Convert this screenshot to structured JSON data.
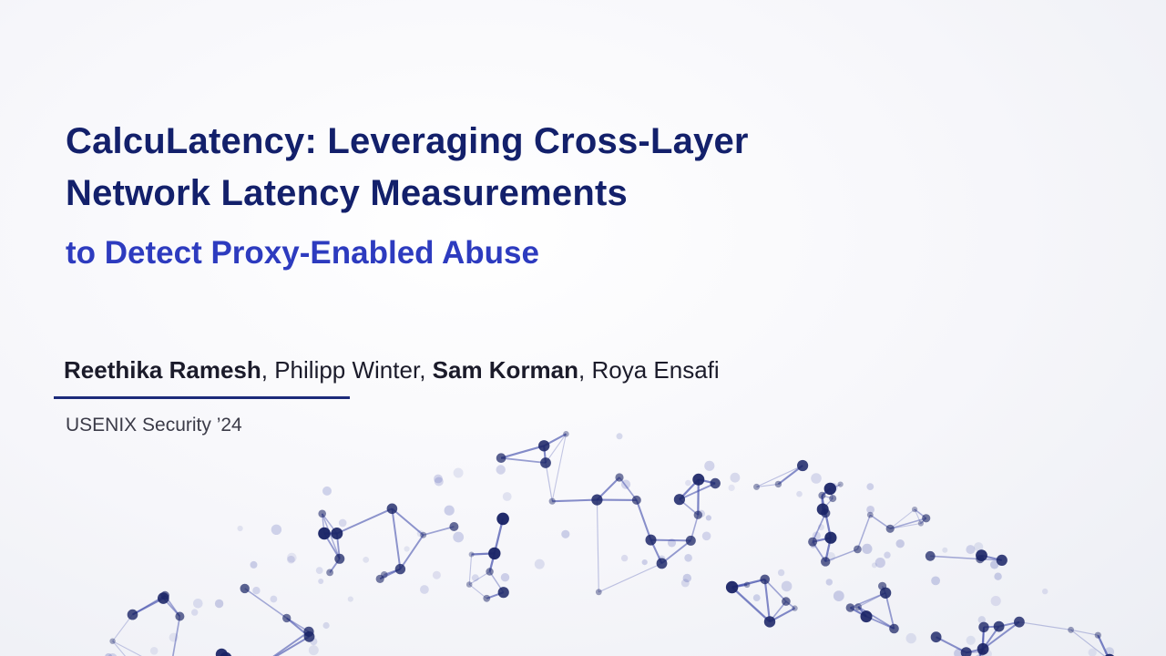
{
  "slide": {
    "title_line_1": "CalcuLatency: Leveraging Cross-Layer",
    "title_line_2": "Network Latency Measurements",
    "subtitle": "to Detect Proxy-Enabled Abuse",
    "authors": [
      {
        "name": "Reethika Ramesh",
        "bold": true,
        "sep": ", "
      },
      {
        "name": "Philipp Winter",
        "bold": false,
        "sep": ", "
      },
      {
        "name": "Sam Korman",
        "bold": true,
        "sep": ", "
      },
      {
        "name": "Roya Ensafi",
        "bold": false,
        "sep": ""
      }
    ],
    "venue": "USENIX Security ’24"
  },
  "colors": {
    "title": "#13206b",
    "subtitle": "#2d3bbf",
    "network_line": "#3a46a8",
    "network_node": "#1a2466"
  },
  "background_art": "network-globe-icon"
}
